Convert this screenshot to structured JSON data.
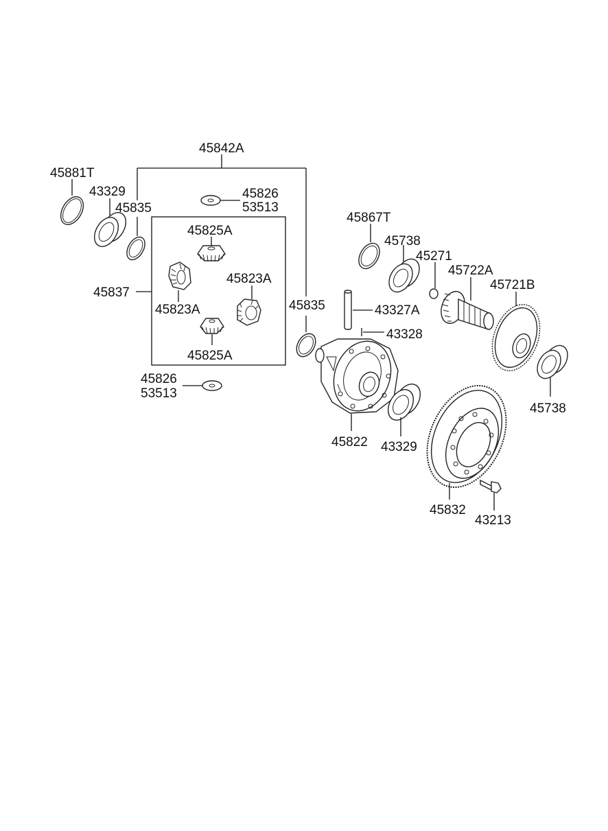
{
  "labels": {
    "assembly": "45842A",
    "ring_left": "45881T",
    "bearing_left": "43329",
    "washer_left": "45835",
    "washer_top_1": "45826",
    "washer_top_2": "53513",
    "pinion_top": "45825A",
    "side_gear_left": "45823A",
    "side_gear_right": "45823A",
    "pinion_bottom": "45825A",
    "gear_set": "45837",
    "washer_bottom_1": "45826",
    "washer_bottom_2": "53513",
    "washer_right": "45835",
    "ring_mid": "45867T",
    "bearing_mid": "45738",
    "ball": "45271",
    "drive_gear": "45722A",
    "driven_gear": "45721B",
    "shaft": "43327A",
    "pin": "43328",
    "case": "45822",
    "bearing_case": "43329",
    "bearing_right": "45738",
    "ring_gear": "45832",
    "bolt": "43213"
  }
}
